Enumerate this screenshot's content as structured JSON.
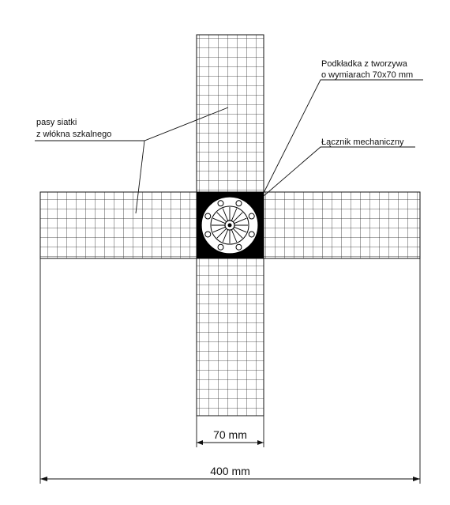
{
  "labels": {
    "mesh_strips_line1": "pasy siatki",
    "mesh_strips_line2": "z włókna szkalnego",
    "washer_line1": "Podkładka z tworzywa",
    "washer_line2": "o wymiarach 70x70 mm",
    "connector": "Łącznik mechaniczny"
  },
  "dimensions": {
    "strip_width": "70 mm",
    "overall_length": "400 mm"
  },
  "colors": {
    "line": "#111111",
    "washer": "#000000",
    "background": "#ffffff"
  }
}
